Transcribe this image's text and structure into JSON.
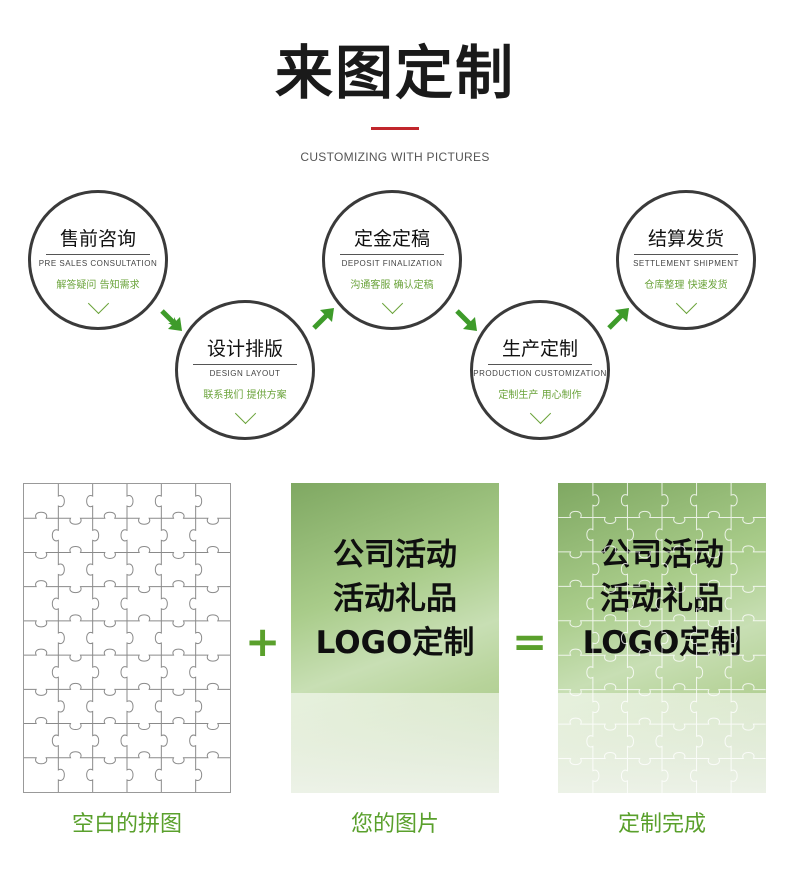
{
  "header": {
    "title": "来图定制",
    "subtitle": "CUSTOMIZING WITH PICTURES",
    "accent_color": "#c1262c"
  },
  "steps": [
    {
      "title": "售前咨询",
      "english": "PRE SALES CONSULTATION",
      "desc": "解答疑问  告知需求"
    },
    {
      "title": "设计排版",
      "english": "DESIGN LAYOUT",
      "desc": "联系我们  提供方案"
    },
    {
      "title": "定金定稿",
      "english": "DEPOSIT FINALIZATION",
      "desc": "沟通客服  确认定稿"
    },
    {
      "title": "生产定制",
      "english": "PRODUCTION CUSTOMIZATION",
      "desc": "定制生产  用心制作"
    },
    {
      "title": "结算发货",
      "english": "SETTLEMENT SHIPMENT",
      "desc": "仓库整理  快速发货"
    }
  ],
  "panels": {
    "photo_lines": [
      "公司活动",
      "活动礼品",
      "LOGO定制"
    ],
    "plus": "+",
    "equals": "=",
    "captions": [
      "空白的拼图",
      "您的图片",
      "定制完成"
    ]
  },
  "colors": {
    "green": "#5aa02c",
    "arrow_green": "#3e9b2a",
    "circle_border": "#3a3a3a"
  }
}
